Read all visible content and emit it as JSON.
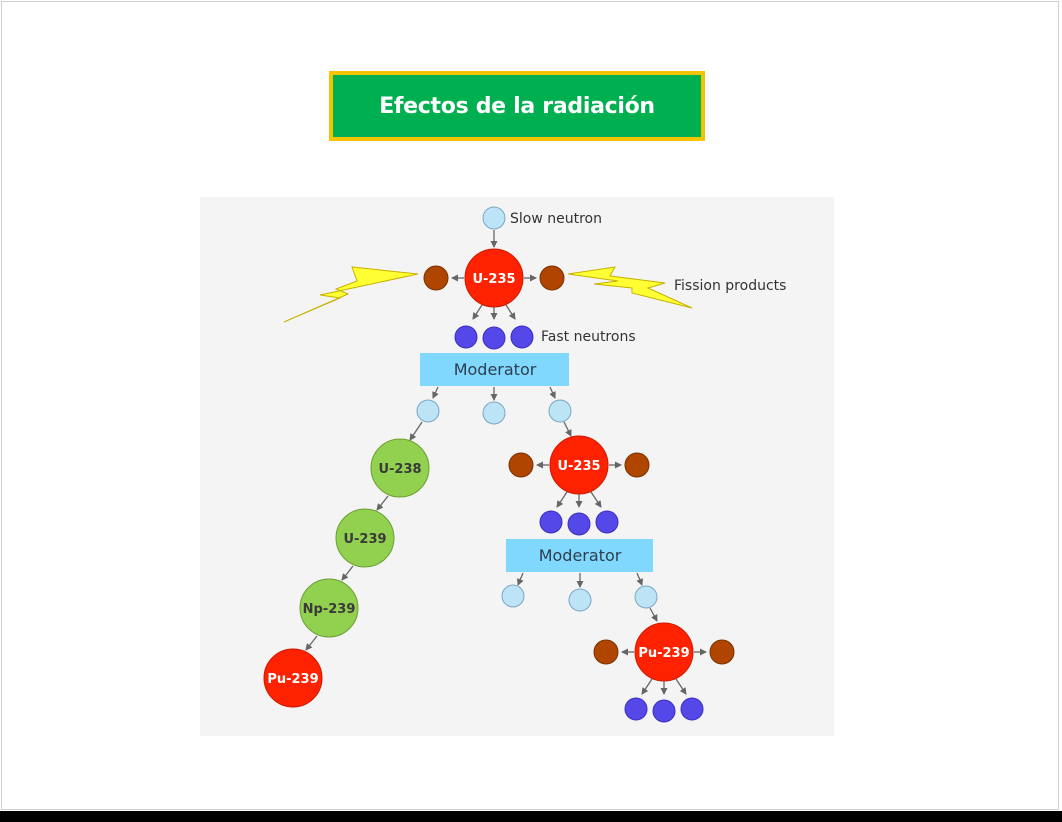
{
  "slide": {
    "title": "Efectos de la radiación"
  },
  "colors": {
    "title_bg": "#00b050",
    "title_border": "#f5c400",
    "fissile": "#ff2200",
    "fertile": "#92d050",
    "fission_product": "#b04500",
    "fast_neutron": "#5448e8",
    "slow_neutron": "#bde3f7",
    "moderator": "#80d8ff",
    "lightning": "#ffff33"
  },
  "diagram": {
    "labels": {
      "slow_neutron": "Slow neutron",
      "fission_products": "Fission products",
      "fast_neutrons": "Fast neutrons"
    },
    "moderator_1": "Moderator",
    "moderator_2": "Moderator",
    "nuclei": {
      "u235_top": "U-235",
      "u235_mid": "U-235",
      "u238": "U-238",
      "u239": "U-239",
      "np239": "Np-239",
      "pu239_left": "Pu-239",
      "pu239_right": "Pu-239"
    }
  }
}
